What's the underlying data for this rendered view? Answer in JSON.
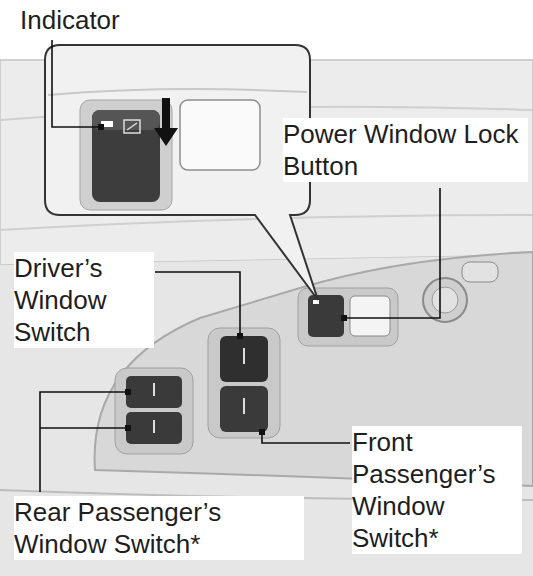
{
  "diagram": {
    "labels": [
      "Indicator",
      "Power Window Lock Button",
      "Driver’s Window Switch",
      "Front Passenger’s Window Switch*",
      "Rear Passenger’s Window Switch*"
    ]
  }
}
